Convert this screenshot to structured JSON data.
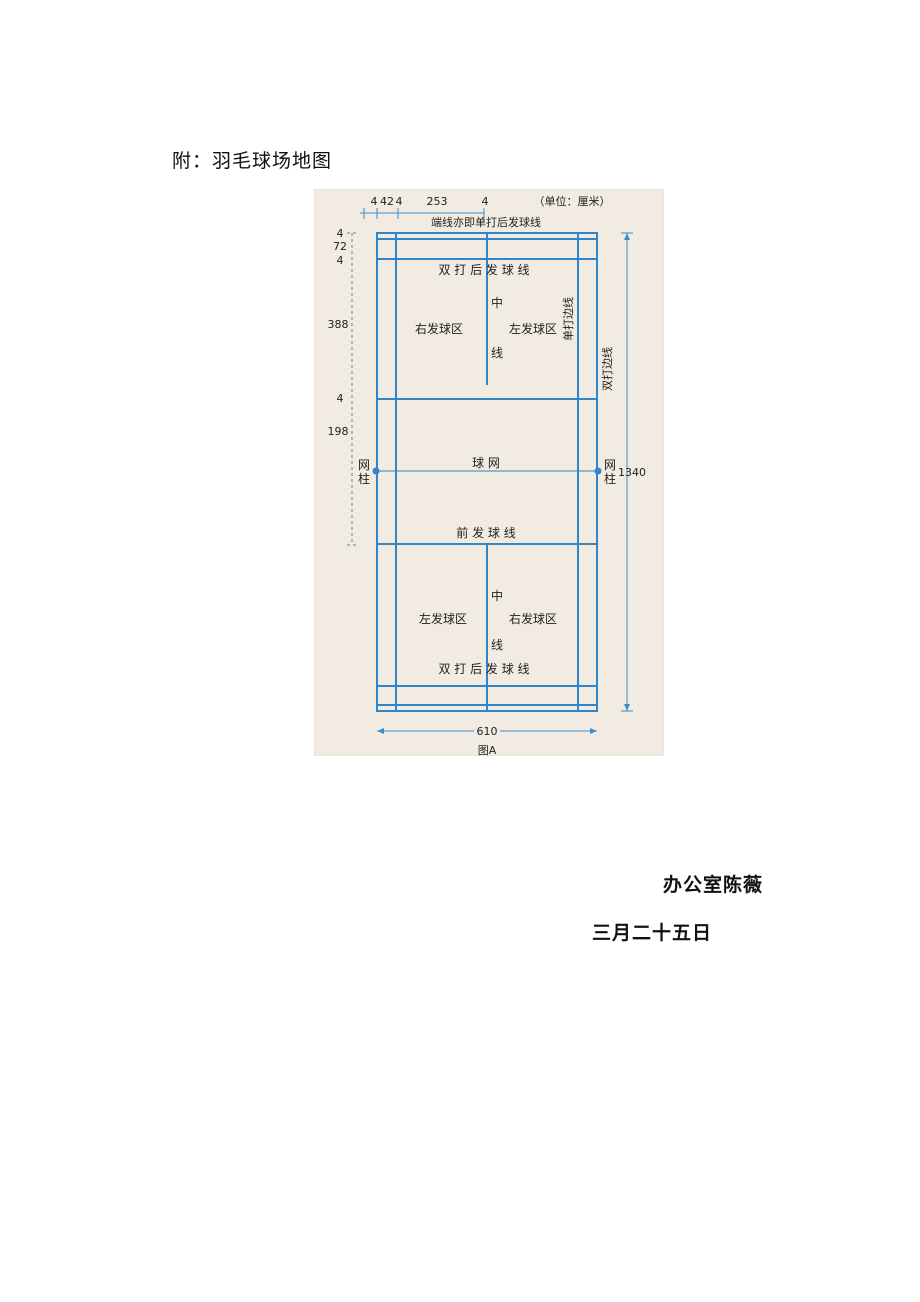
{
  "heading": "附：羽毛球场地图",
  "diagram": {
    "dim_top": [
      "4",
      "42",
      "4",
      "253",
      "4"
    ],
    "unit_note": "（单位：厘米）",
    "end_line_label": "端线亦即单打后发球线",
    "dim_left": [
      "4",
      "72",
      "4",
      "388",
      "4",
      "198"
    ],
    "dim_right": "1340",
    "dim_bottom": "610",
    "doubles_long_service_top": "双 打 后 发 球 线",
    "doubles_long_service_bottom": "双 打 后 发 球 线",
    "right_service_court_top": "右发球区",
    "left_service_court_top": "左发球区",
    "left_service_court_bottom": "左发球区",
    "right_service_court_bottom": "右发球区",
    "center_line_chars": [
      "中",
      "线"
    ],
    "singles_sideline": "单打边线",
    "doubles_sideline": "双打边线",
    "net": "球 网",
    "net_post_chars": [
      "网",
      "柱"
    ],
    "short_service_line": "前 发 球 线",
    "caption": "图A"
  },
  "signature": {
    "office": "办公室陈薇",
    "date": "三月二十五日"
  },
  "colors": {
    "court_line": "#2f86c8",
    "paper": "#f1ebe2",
    "dim_line": "#3a8fc9"
  }
}
